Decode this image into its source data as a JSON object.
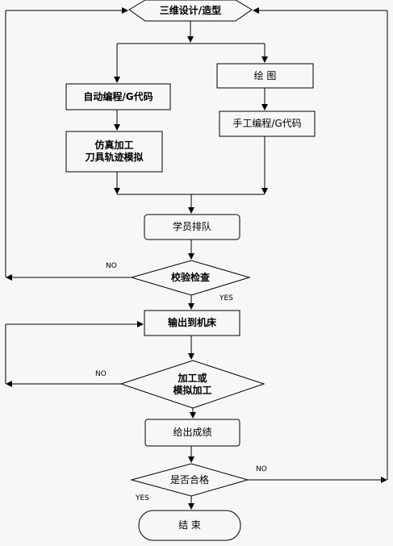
{
  "nodes": {
    "design": "三维设计/造型",
    "drawing": "绘  图",
    "auto_program": "自动编程/G代码",
    "manual_program": "手工编程/G代码",
    "simulation": "仿真加工\n刀具轨迹模拟",
    "queue": "学员排队",
    "verify": "校验检查",
    "output": "输出到机床",
    "process": "加工或\n模拟加工",
    "score": "给出成绩",
    "pass": "是否合格",
    "end": "结  束"
  },
  "edge_labels": {
    "verify_no": "NO",
    "verify_yes": "YES",
    "process_no": "NO",
    "pass_no": "NO",
    "pass_yes": "YES"
  },
  "colors": {
    "fill": "#f7f7f7",
    "stroke": "#000000"
  }
}
